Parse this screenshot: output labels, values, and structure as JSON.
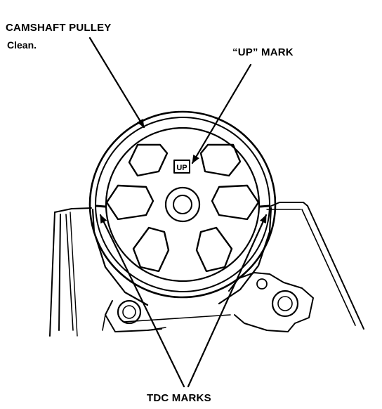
{
  "labels": {
    "camshaft_pulley": "CAMSHAFT PULLEY",
    "camshaft_note": "Clean.",
    "up_mark": "“UP” MARK",
    "tdc_marks": "TDC MARKS"
  },
  "pulley_stamp": "UP",
  "colors": {
    "ink": "#000000",
    "paper": "#ffffff"
  }
}
